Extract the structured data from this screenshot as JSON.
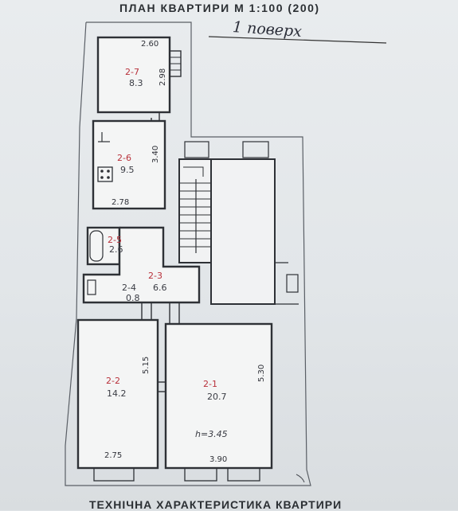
{
  "header": {
    "title": "ПЛАН КВАРТИРИ М 1:100 (200)",
    "floor": "1 поверх"
  },
  "rooms": [
    {
      "number": "2-7",
      "area": "8.3",
      "dim_a": "2.60",
      "dim_b": "2.98"
    },
    {
      "number": "2-6",
      "area": "9.5",
      "dim_a": "2.78",
      "dim_b": "3.40"
    },
    {
      "number": "2-5",
      "area": "2.6"
    },
    {
      "number": "2-3",
      "area": "6.6"
    },
    {
      "number": "2-4",
      "area": "0.8"
    },
    {
      "number": "2-2",
      "area": "14.2",
      "dim_a": "2.75",
      "dim_b": "5.15"
    },
    {
      "number": "2-1",
      "area": "20.7",
      "dim_a": "3.90",
      "dim_b": "5.30",
      "height": "h=3.45"
    }
  ],
  "footer": {
    "title": "ТЕХНІЧНА ХАРАКТЕРИСТИКА КВАРТИРИ"
  },
  "colors": {
    "room_number": "#b8303a",
    "ink": "#2e3136",
    "paper": "#e9ecee"
  }
}
